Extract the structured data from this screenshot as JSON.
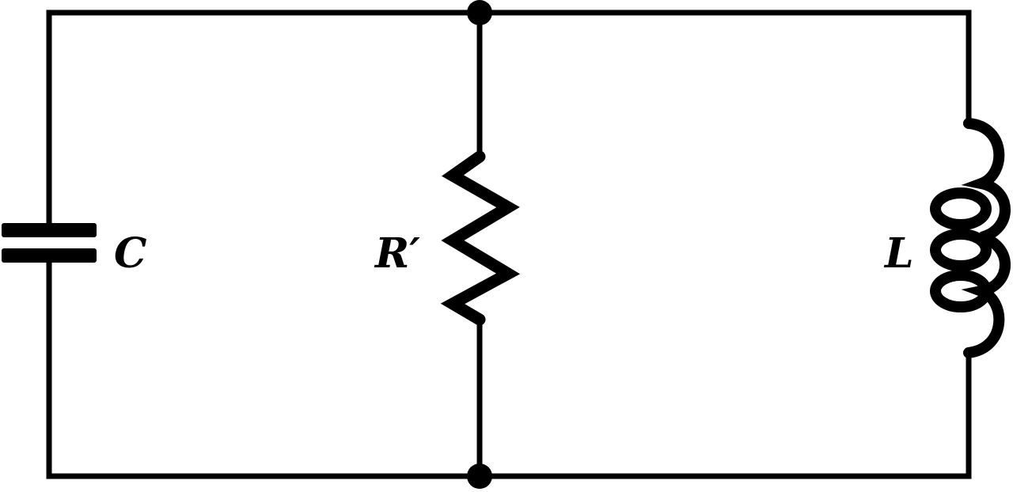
{
  "diagram": {
    "components": {
      "capacitor": {
        "label": "C"
      },
      "resistor": {
        "label": "R′"
      },
      "inductor": {
        "label": "L"
      }
    },
    "colors": {
      "line": "#000000",
      "background": "#ffffff"
    }
  }
}
